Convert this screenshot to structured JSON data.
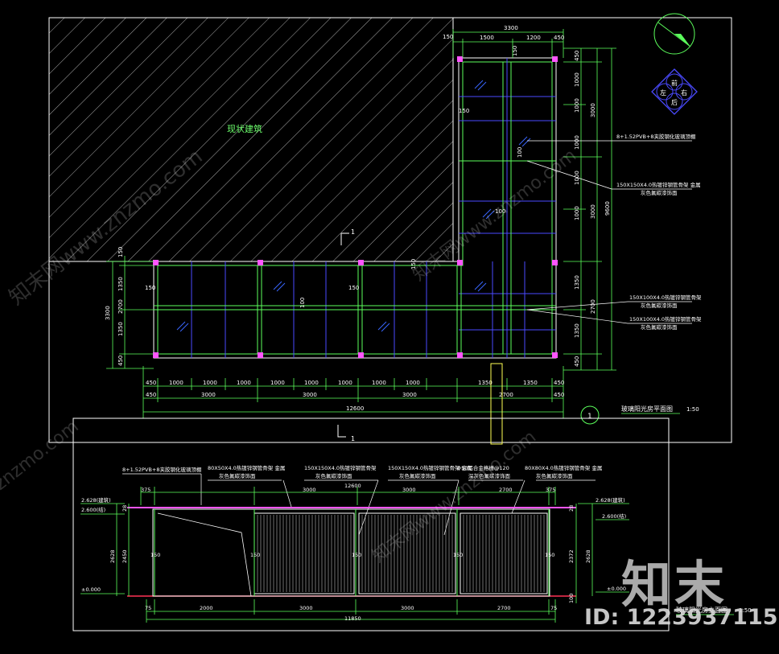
{
  "plan": {
    "existing_building": "现状建筑",
    "title": "玻璃阳光房平面图",
    "scale": "1:50",
    "section_marker": "1",
    "section_cut_label": "1",
    "top_dims": [
      "3300",
      "150",
      "1500",
      "1200",
      "450"
    ],
    "bottom_dims_row1": [
      "450",
      "1000",
      "1000",
      "1000",
      "1000",
      "1000",
      "1000",
      "1000",
      "1000",
      "1350",
      "1350",
      "450"
    ],
    "bottom_dims_row2": [
      "450",
      "3000",
      "3000",
      "3000",
      "2700",
      "450"
    ],
    "bottom_total": "12600",
    "left_dims": [
      "150",
      "1350",
      "2700",
      "1350",
      "450"
    ],
    "left_total": "3300",
    "right_dims": [
      "450",
      "1000",
      "1000",
      "1000",
      "1000",
      "1000",
      "1350",
      "1350",
      "450"
    ],
    "right_sub": [
      "3000",
      "3000",
      "2700"
    ],
    "right_total": "9600",
    "inner_labels": [
      "150",
      "150",
      "100",
      "100",
      "100",
      "150",
      "150",
      "150"
    ],
    "callouts": [
      "8+1.52PVB+8夹胶钢化玻璃顶棚",
      "150X150X4.0热镀锌钢管骨架 金属",
      "灰色氟碳漆饰面",
      "150X100X4.0热镀锌钢管骨架",
      "灰色氟碳漆饰面",
      "150X100X4.0热镀锌钢管骨架",
      "灰色氟碳漆饰面"
    ]
  },
  "compass": {
    "front": "前",
    "back": "后",
    "left": "左",
    "right": "右"
  },
  "elevation": {
    "title": "玻璃阳光房立面图",
    "scale": "1:50",
    "callouts": [
      "8+1.52PVB+8夹胶钢化玻璃顶棚",
      "80X50X4.0热镀锌钢管骨架 金属",
      "灰色氟碳漆饰面",
      "150X150X4.0热镀锌钢管骨架",
      "灰色氟碳漆饰面",
      "150X150X4.0热镀锌钢管骨架 金属",
      "灰色氟碳漆饰面",
      "Φ50铝合金格栅@120",
      "深灰色氟碳漆饰面",
      "80X80X4.0热镀锌钢管骨架 金属",
      "灰色氟碳漆饰面"
    ],
    "top_dims": [
      "375",
      "12600",
      "3000",
      "3000",
      "2700",
      "375"
    ],
    "bottom_dims": [
      "75",
      "2000",
      "3000",
      "3000",
      "2700",
      "75"
    ],
    "bottom_total": "11850",
    "levels_left": [
      "2.628(建筑)",
      "2.600(结)",
      "±0.000"
    ],
    "levels_right": [
      "2.628(建筑)",
      "2.600(结)",
      "±0.000"
    ],
    "left_vert": [
      "28",
      "2628",
      "2450"
    ],
    "right_vert": [
      "28",
      "2628",
      "2372",
      "100"
    ],
    "mid_labels": [
      "150",
      "150",
      "150",
      "150",
      "150"
    ]
  },
  "watermark": {
    "logo": "知末",
    "id_text": "ID: 1223937115",
    "site": "znzmo.com",
    "site_cn": "知末网www.znzmo.com"
  },
  "colors": {
    "frame": "#ffffff",
    "dim": "#5cff5c",
    "grid": "#4a4aff",
    "beam": "#ff55ff",
    "glass": "#2f5fff"
  }
}
